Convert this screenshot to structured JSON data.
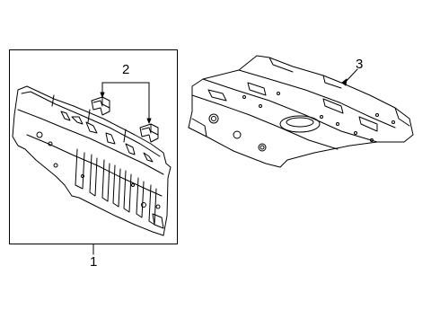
{
  "diagram": {
    "callouts": [
      {
        "id": "1",
        "label": "1"
      },
      {
        "id": "2",
        "label": "2"
      },
      {
        "id": "3",
        "label": "3"
      }
    ],
    "parts": [
      {
        "callout": "1",
        "icon": "rear-panel-assembly"
      },
      {
        "callout": "2",
        "icon": "mounting-brackets"
      },
      {
        "callout": "3",
        "icon": "rear-floor-pan"
      }
    ],
    "colors": {
      "line": "#000000",
      "background": "#ffffff"
    }
  }
}
